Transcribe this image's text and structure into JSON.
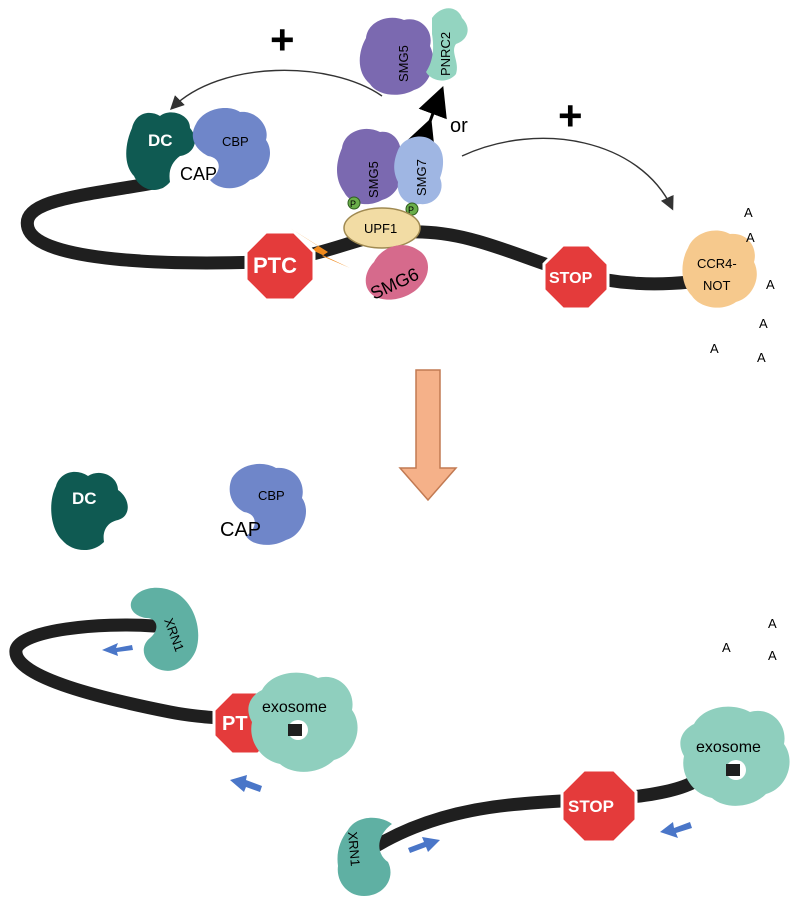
{
  "top": {
    "plus_left": "+",
    "plus_right": "+",
    "or": "or",
    "dc": "DC",
    "cbp": "CBP",
    "cap": "CAP",
    "smg5_a": "SMG5",
    "pnrc2": "PNRC2",
    "smg5_b": "SMG5",
    "smg7": "SMG7",
    "phospho": "P",
    "upf1": "UPF1",
    "smg6": "SMG6",
    "ptc": "PTC",
    "stop": "STOP",
    "ccr4_not_line1": "CCR4-",
    "ccr4_not_line2": "NOT",
    "poly_a": [
      "A",
      "A",
      "A",
      "A",
      "A",
      "A"
    ]
  },
  "bottom": {
    "dc": "DC",
    "cbp": "CBP",
    "cap": "CAP",
    "xrn1_a": "XRN1",
    "xrn1_b": "XRN1",
    "ptc_partial": "PT",
    "exosome_a": "exosome",
    "exosome_b": "exosome",
    "stop": "STOP",
    "poly_a": [
      "A",
      "A",
      "A"
    ]
  },
  "colors": {
    "rna": "#1f1f1f",
    "dc": "#0f5a52",
    "cbp": "#6f86c9",
    "smg5": "#7b69b0",
    "pnrc2": "#93d4c0",
    "smg7": "#9fb6e3",
    "upf1": "#f2dca4",
    "smg6": "#d66a8c",
    "ptc_stop": "#e43b3b",
    "ccr4_not": "#f6c98d",
    "exosome": "#8fcfbe",
    "xrn1": "#5fb0a3",
    "phospho": "#6aae4a",
    "cleave": "#f08a1c",
    "down_arrow": "#f5b189",
    "flow_arrow": "#4a76c8"
  }
}
